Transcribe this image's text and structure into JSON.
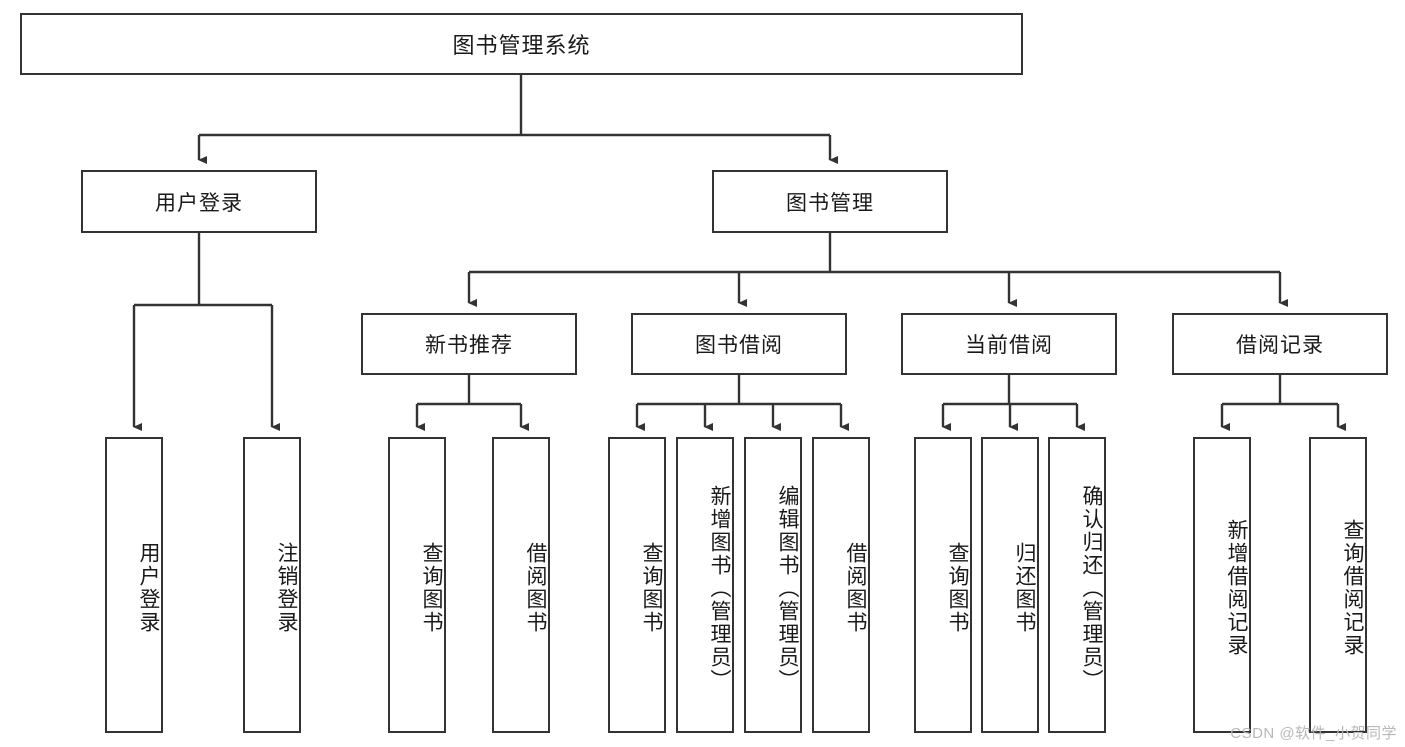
{
  "diagram": {
    "title": "图书管理系统",
    "type": "tree-hierarchy",
    "watermark": "CSDN @软件_小贺同学",
    "colors": {
      "background": "#ffffff",
      "box_border": "#333333",
      "box_fill": "#ffffff",
      "text": "#1a1a1a",
      "connector": "#333333",
      "watermark": "#b8b8b8"
    },
    "root": {
      "label": "图书管理系统"
    },
    "level2": [
      {
        "label": "用户登录"
      },
      {
        "label": "图书管理"
      }
    ],
    "level3": [
      {
        "label": "新书推荐"
      },
      {
        "label": "图书借阅"
      },
      {
        "label": "当前借阅"
      },
      {
        "label": "借阅记录"
      }
    ],
    "leaves": {
      "user_login": [
        {
          "label": "用户登录"
        },
        {
          "label": "注销登录"
        }
      ],
      "new_book_recommend": [
        {
          "label": "查询图书"
        },
        {
          "label": "借阅图书"
        }
      ],
      "book_borrow": [
        {
          "label": "查询图书"
        },
        {
          "label": "新增图书（管理员）"
        },
        {
          "label": "编辑图书（管理员）"
        },
        {
          "label": "借阅图书"
        }
      ],
      "current_borrow": [
        {
          "label": "查询图书"
        },
        {
          "label": "归还图书"
        },
        {
          "label": "确认归还（管理员）"
        }
      ],
      "borrow_record": [
        {
          "label": "新增借阅记录"
        },
        {
          "label": "查询借阅记录"
        }
      ]
    }
  }
}
